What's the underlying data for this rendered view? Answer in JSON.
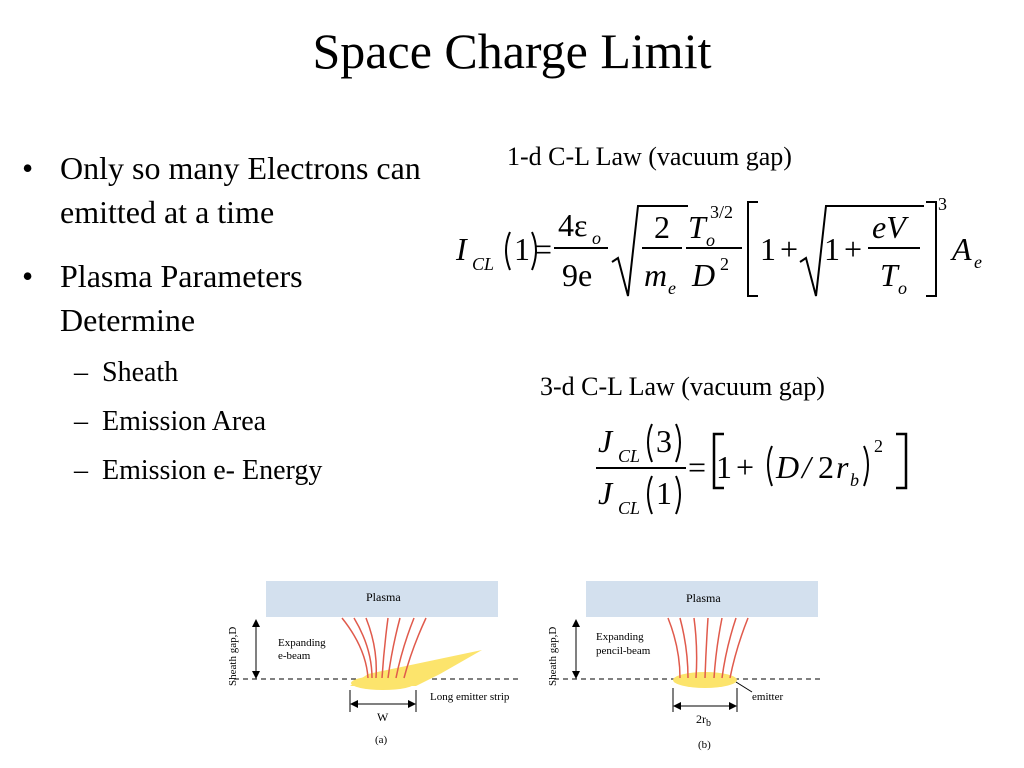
{
  "slide": {
    "title": "Space Charge Limit",
    "bullets": [
      {
        "marker": "•",
        "text": "Only so many Electrons can emitted at a time"
      },
      {
        "marker": "•",
        "text": "Plasma Parameters Determine"
      }
    ],
    "sub_bullets": [
      {
        "marker": "–",
        "text": "Sheath"
      },
      {
        "marker": "–",
        "text": "Emission Area"
      },
      {
        "marker": "–",
        "text": "Emission e- Energy"
      }
    ],
    "eq1_caption": "1-d C-L Law (vacuum gap)",
    "eq2_caption": "3-d C-L Law (vacuum gap)"
  },
  "eq1": {
    "I": "I",
    "CL": "CL",
    "arg": "1",
    "eq": "=",
    "num1": "4ε",
    "num1_sub": "o",
    "den1": "9e",
    "sqrt_num": "2",
    "sqrt_den": "m",
    "sqrt_den_sub": "e",
    "T": "T",
    "T_sub": "o",
    "T_sup": "3/2",
    "D": "D",
    "D_sup": "2",
    "one_a": "1",
    "plus_a": "+",
    "one_b": "1",
    "plus_b": "+",
    "eV": "eV",
    "T2": "T",
    "T2_sub": "o",
    "power": "3",
    "A": "A",
    "A_sub": "e"
  },
  "eq2": {
    "J": "J",
    "CL": "CL",
    "arg3": "3",
    "arg1": "1",
    "eq": "=",
    "one": "1",
    "plus": "+",
    "D": "D",
    "slash": "/",
    "two": "2",
    "r": "r",
    "r_sub": "b",
    "power": "2"
  },
  "fig_a": {
    "plasma": "Plasma",
    "gap": "Sheath gap,D",
    "beam_line1": "Expanding",
    "beam_line2": "e-beam",
    "emitter": "Long emitter strip",
    "width": "W",
    "panel": "(a)"
  },
  "fig_b": {
    "plasma": "Plasma",
    "gap": "Sheath gap,D",
    "beam_line1": "Expanding",
    "beam_line2": "pencil-beam",
    "emitter": "emitter",
    "width": "2r",
    "width_sub": "b",
    "panel": "(b)"
  },
  "colors": {
    "plasma_fill": "#d3e0ee",
    "emitter_fill": "#fce46c",
    "beam_line": "#e05a4c"
  }
}
